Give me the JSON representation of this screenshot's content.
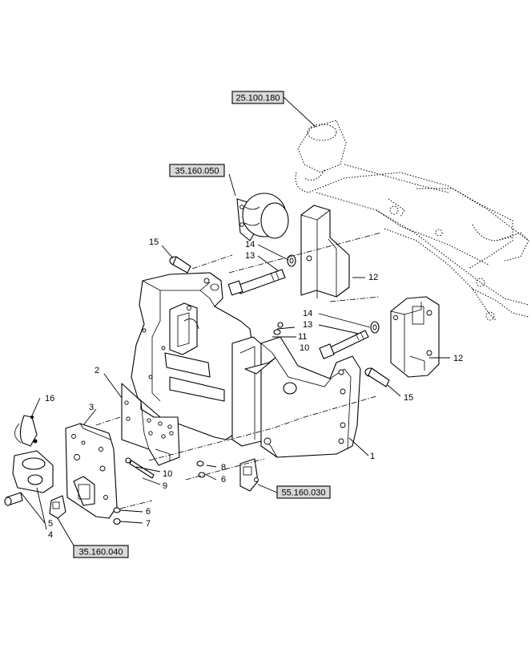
{
  "refs": {
    "ref_25_100_180": "25.100.180",
    "ref_35_160_050": "35.160.050",
    "ref_55_160_030": "55.160.030",
    "ref_35_160_040": "35.160.040"
  },
  "callouts": {
    "c1": "1",
    "c2": "2",
    "c3": "3",
    "c4": "4",
    "c5": "5",
    "c6a": "6",
    "c6b": "6",
    "c7": "7",
    "c8": "8",
    "c9": "9",
    "c10a": "10",
    "c10b": "10",
    "c11": "11",
    "c12a": "12",
    "c12b": "12",
    "c13a": "13",
    "c13b": "13",
    "c14a": "14",
    "c14b": "14",
    "c15a": "15",
    "c15b": "15",
    "c16": "16"
  }
}
